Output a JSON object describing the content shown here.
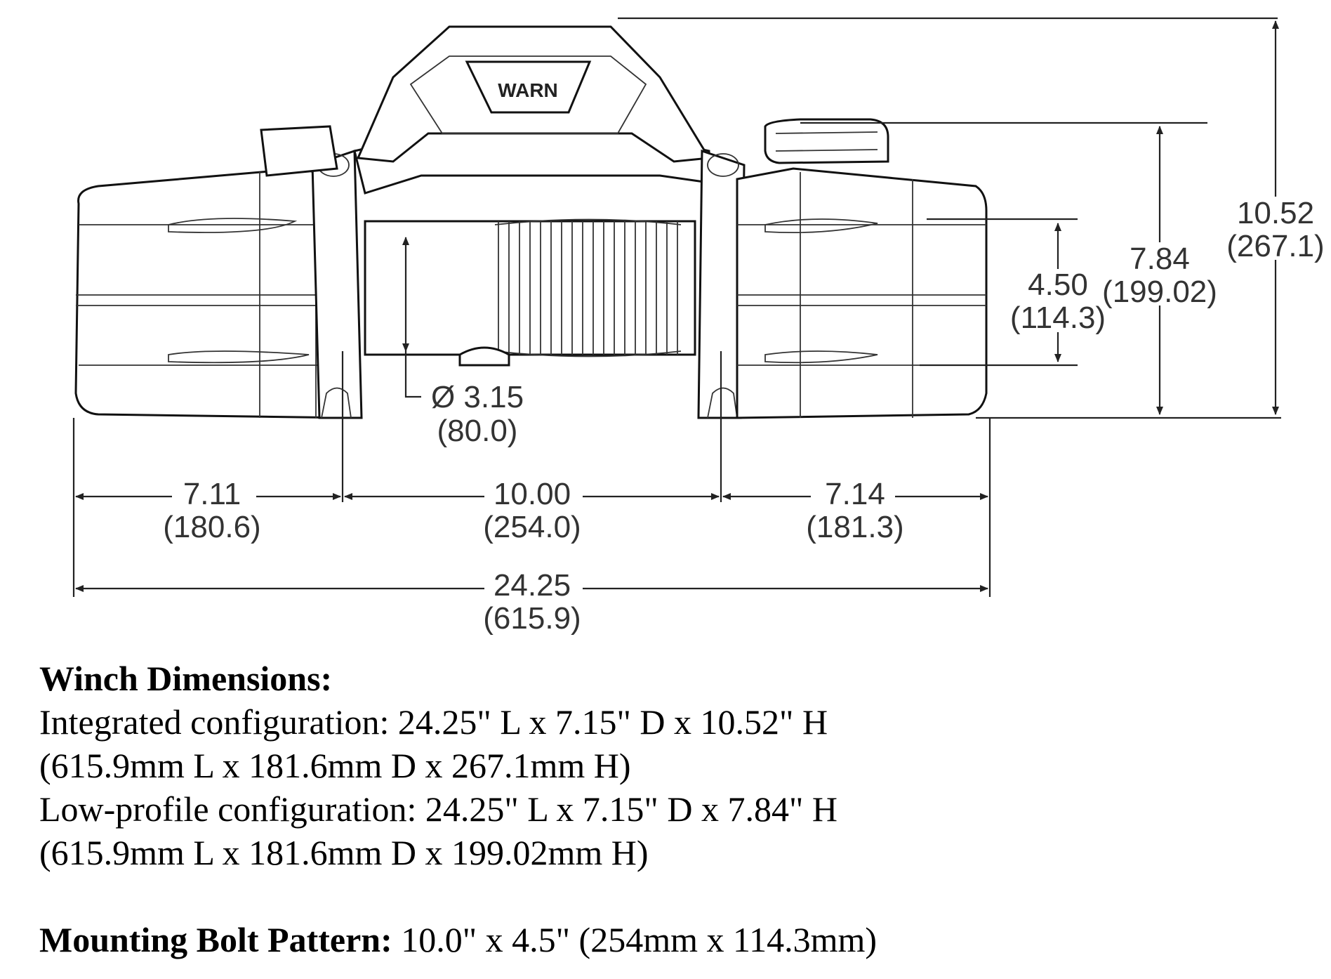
{
  "logo_text": "WARN",
  "dimensions": {
    "height_total": {
      "in": "10.52",
      "mm": "(267.1)"
    },
    "height_low_profile": {
      "in": "7.84",
      "mm": "(199.02)"
    },
    "bolt_height": {
      "in": "4.50",
      "mm": "(114.3)"
    },
    "drum_diameter": {
      "in": "Ø 3.15",
      "mm": "(80.0)"
    },
    "left_offset": {
      "in": "7.11",
      "mm": "(180.6)"
    },
    "bolt_spacing": {
      "in": "10.00",
      "mm": "(254.0)"
    },
    "right_offset": {
      "in": "7.14",
      "mm": "(181.3)"
    },
    "overall_length": {
      "in": "24.25",
      "mm": "(615.9)"
    }
  },
  "specs": {
    "winch_heading": "Winch Dimensions:",
    "integrated_line1": "Integrated configuration: 24.25\" L x 7.15\" D x 10.52\" H",
    "integrated_line2": "(615.9mm L x 181.6mm D x 267.1mm H)",
    "lowprofile_line1": "Low-profile configuration: 24.25\" L x 7.15\" D x 7.84\" H",
    "lowprofile_line2": "(615.9mm L x 181.6mm D x 199.02mm H)",
    "bolt_heading": "Mounting Bolt Pattern:",
    "bolt_value": " 10.0\" x 4.5\" (254mm x 114.3mm)"
  }
}
